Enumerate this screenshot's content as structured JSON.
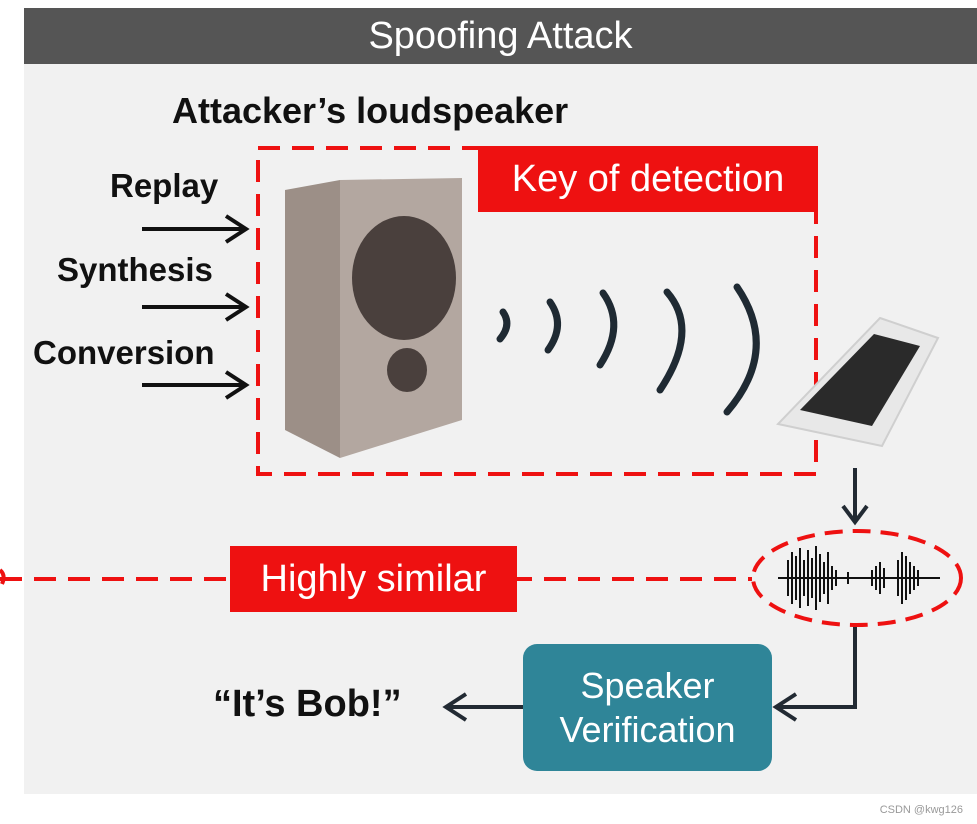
{
  "title": "Spoofing Attack",
  "loudspeaker_label": "Attacker’s loudspeaker",
  "inputs": [
    "Replay",
    "Synthesis",
    "Conversion"
  ],
  "key_badge": "Key of detection",
  "similar_badge": "Highly similar",
  "verification": {
    "line1": "Speaker",
    "line2": "Verification"
  },
  "result": "“It’s Bob!”",
  "watermark": "CSDN @kwg126",
  "colors": {
    "title_bar": "#555555",
    "highlight_red": "#ee1111",
    "verification_teal": "#2f8598",
    "panel": "#f1f1f1"
  }
}
